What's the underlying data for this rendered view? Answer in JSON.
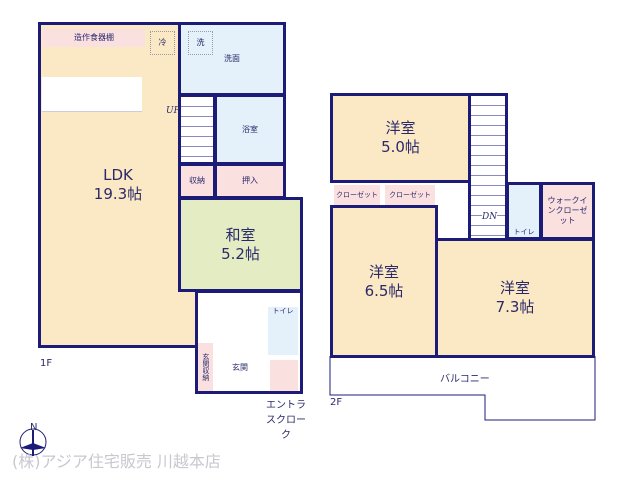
{
  "floor1": {
    "label": "1F",
    "rooms": {
      "ldk": {
        "name": "LDK",
        "size": "19.3帖"
      },
      "cupboard": "造作食器棚",
      "fridge": "冷",
      "washer": "洗",
      "washroom": "洗面",
      "up": "UP",
      "bath": "浴室",
      "storage": "収納",
      "oshiire": "押入",
      "washitsu": {
        "name": "和室",
        "size": "5.2帖"
      },
      "toilet": "トイレ",
      "genkan_storage": "玄関収納",
      "genkan": "玄関",
      "entrance_cloak": "エントラスクローク"
    }
  },
  "floor2": {
    "label": "2F",
    "rooms": {
      "room1": {
        "name": "洋室",
        "size": "5.0帖"
      },
      "closet1": "クローゼット",
      "closet2": "クローゼット",
      "dn": "DN",
      "toilet": "トイレ",
      "wic": "ウォークインクローゼット",
      "room2": {
        "name": "洋室",
        "size": "6.5帖"
      },
      "room3": {
        "name": "洋室",
        "size": "7.3帖"
      },
      "balcony": "バルコニー"
    }
  },
  "compass": "N",
  "watermark": "(株)アジア住宅販売 川越本店"
}
